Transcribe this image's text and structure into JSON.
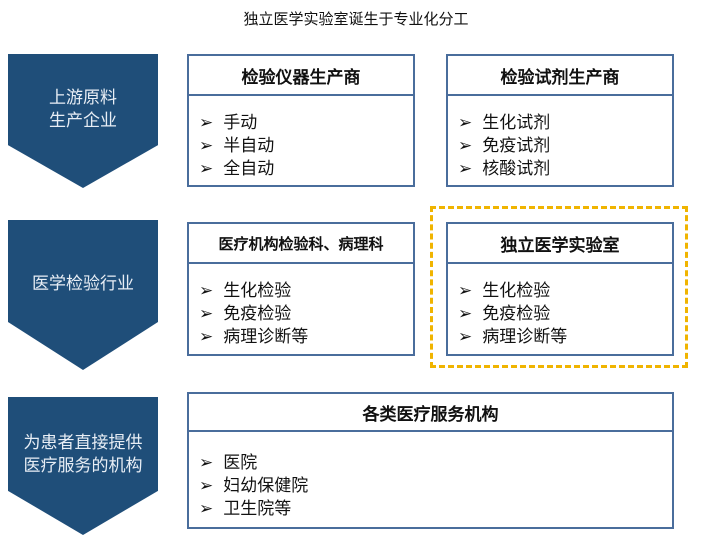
{
  "title": "独立医学实验室诞生于专业化分工",
  "arrows": [
    "上游原料\n生产企业",
    "医学检验行业",
    "为患者直接提供\n医疗服务的机构"
  ],
  "boxes": [
    {
      "header": "检验仪器生产商",
      "items": [
        "手动",
        "半自动",
        "全自动"
      ]
    },
    {
      "header": "检验试剂生产商",
      "items": [
        "生化试剂",
        "免疫试剂",
        "核酸试剂"
      ]
    },
    {
      "header": "医疗机构检验科、病理科",
      "items": [
        "生化检验",
        "免疫检验",
        "病理诊断等"
      ]
    },
    {
      "header": "独立医学实验室",
      "items": [
        "生化检验",
        "免疫检验",
        "病理诊断等"
      ]
    },
    {
      "header": "各类医疗服务机构",
      "items": [
        "医院",
        "妇幼保健院",
        "卫生院等"
      ]
    }
  ],
  "bullet": "➢",
  "colors": {
    "arrow": "#1f4e79",
    "border": "#4a6d9c",
    "highlight": "#f0b400"
  }
}
